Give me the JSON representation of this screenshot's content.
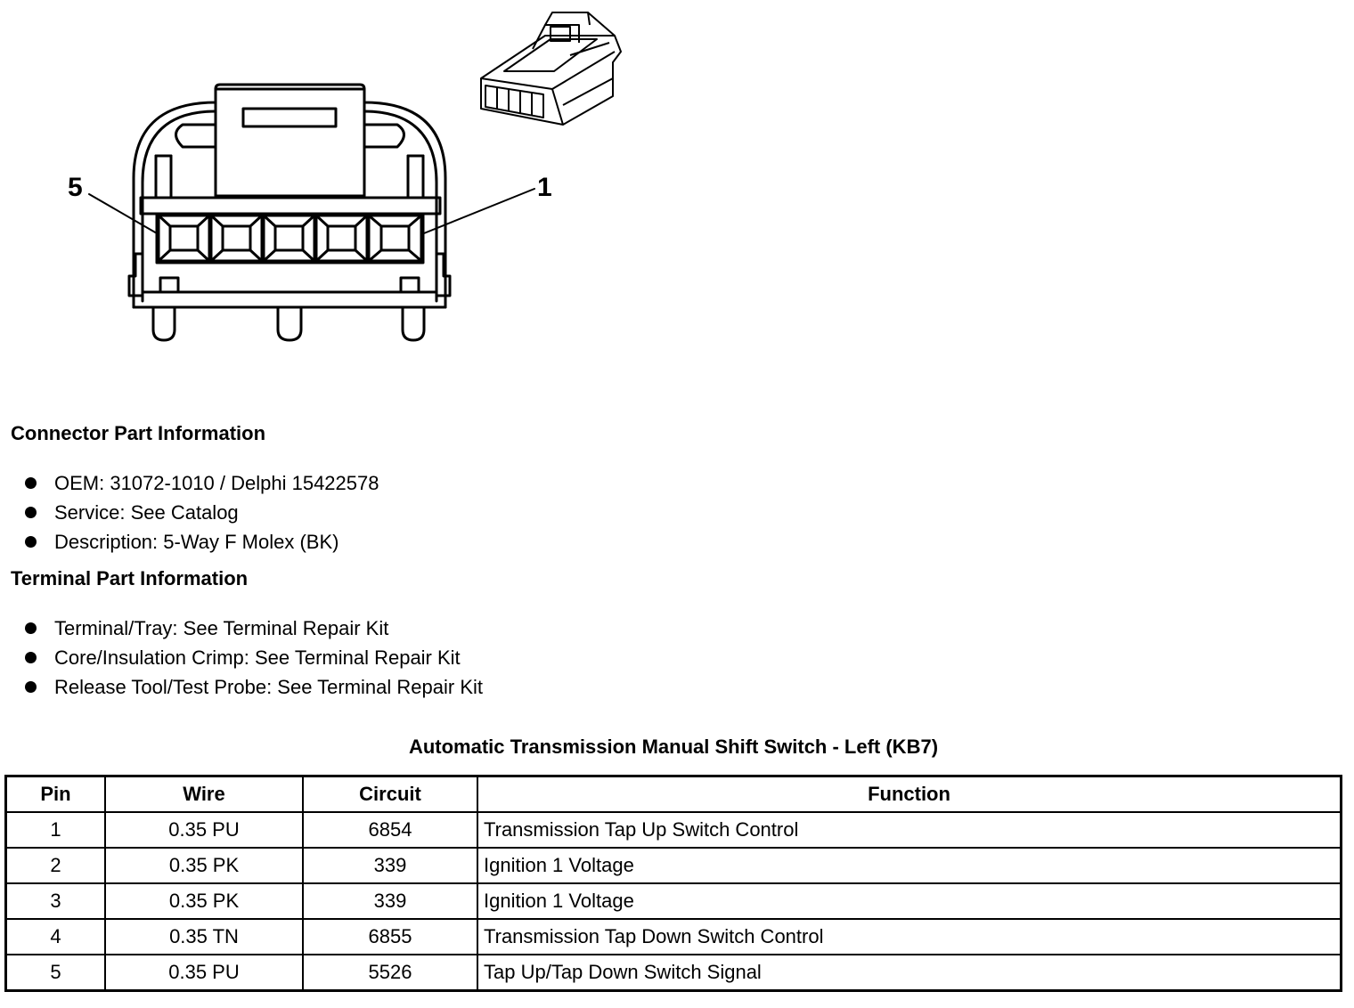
{
  "diagram": {
    "pin_label_left": "5",
    "pin_label_right": "1"
  },
  "connector_info": {
    "heading": "Connector Part Information",
    "items": [
      "OEM: 31072-1010 / Delphi 15422578",
      "Service: See Catalog",
      "Description: 5-Way F Molex (BK)"
    ]
  },
  "terminal_info": {
    "heading": "Terminal Part Information",
    "items": [
      "Terminal/Tray: See Terminal Repair Kit",
      "Core/Insulation Crimp: See Terminal Repair Kit",
      "Release Tool/Test Probe: See Terminal Repair Kit"
    ]
  },
  "table": {
    "title": "Automatic Transmission Manual Shift Switch - Left (KB7)",
    "headers": [
      "Pin",
      "Wire",
      "Circuit",
      "Function"
    ],
    "rows": [
      [
        "1",
        "0.35 PU",
        "6854",
        "Transmission Tap Up Switch Control"
      ],
      [
        "2",
        "0.35 PK",
        "339",
        "Ignition 1 Voltage"
      ],
      [
        "3",
        "0.35 PK",
        "339",
        "Ignition 1 Voltage"
      ],
      [
        "4",
        "0.35 TN",
        "6855",
        "Transmission Tap Down Switch Control"
      ],
      [
        "5",
        "0.35 PU",
        "5526",
        "Tap Up/Tap Down Switch Signal"
      ]
    ]
  }
}
